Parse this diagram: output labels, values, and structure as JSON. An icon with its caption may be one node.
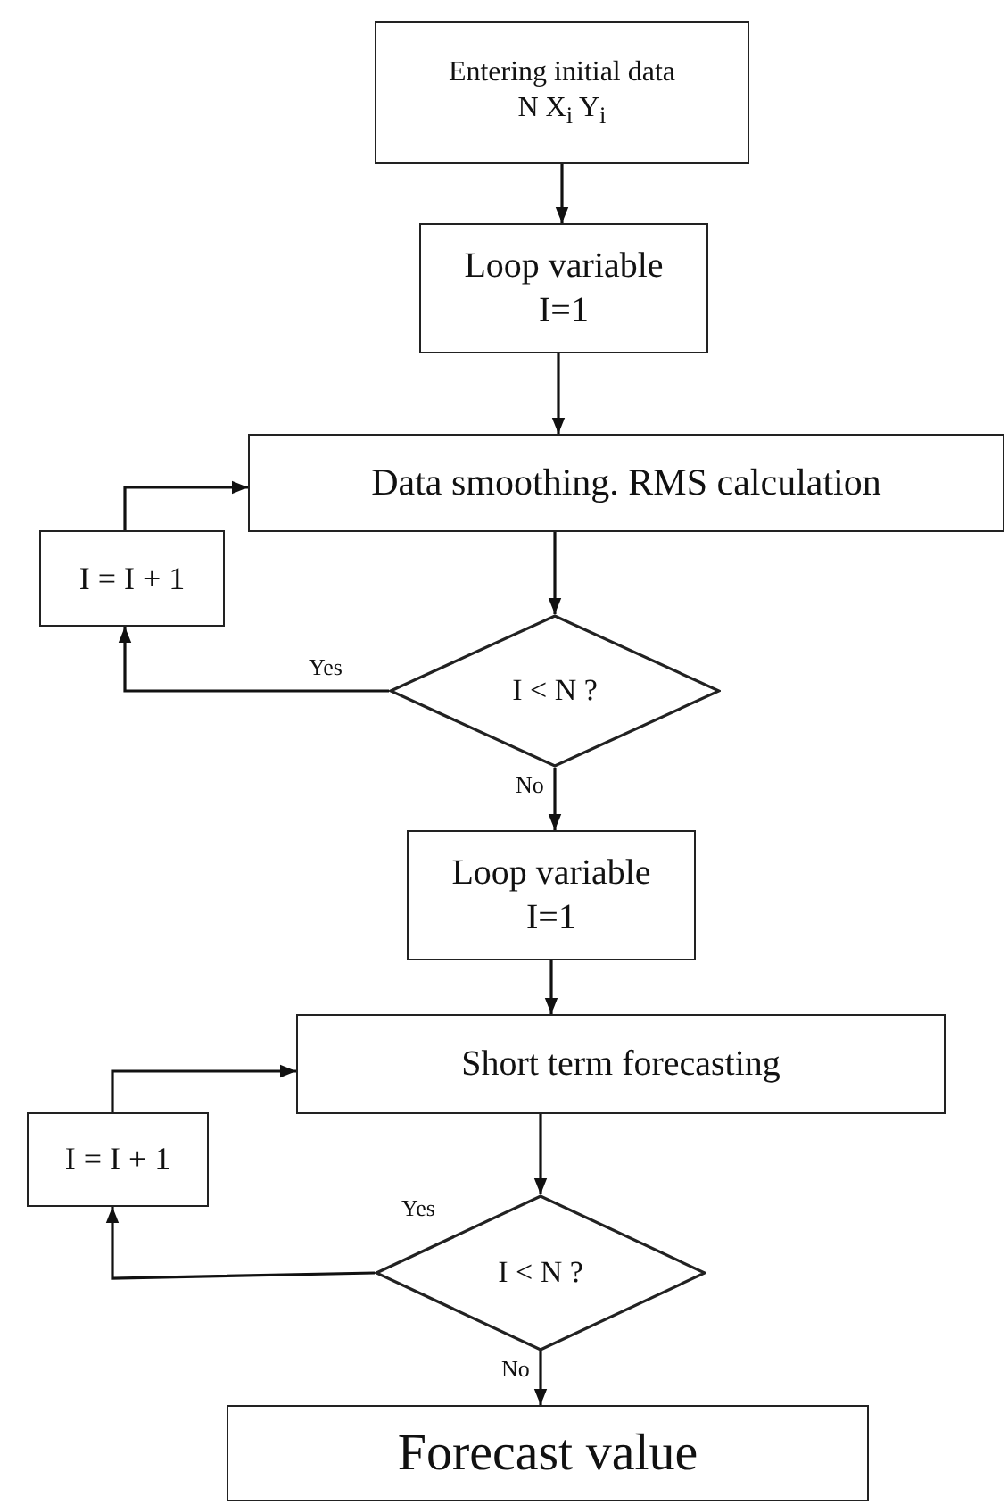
{
  "diagram": {
    "nodes": [
      {
        "text": [
          "Entering initial data N X$_{i}$ Y$_{i}$"
        ]
      },
      {
        "text": [
          "Loop variable I=1"
        ]
      },
      {
        "text": [
          "Data smoothing. RMS calculation"
        ]
      },
      {
        "text": [
          "I = I + 1"
        ]
      },
      {
        "text": [
          "I < N ?"
        ]
      },
      {
        "text": [
          "Loop variable I=1"
        ]
      },
      {
        "text": [
          "Short term forecasting"
        ]
      },
      {
        "text": [
          "I = I + 1"
        ]
      },
      {
        "text": [
          "I < N ?"
        ]
      },
      {
        "text": [
          "Forecast value"
        ]
      }
    ],
    "edges": [
      {
        "from": 0,
        "to": 1,
        "arrow": "to"
      },
      {
        "from": 1,
        "to": 2,
        "arrow": "to"
      },
      {
        "from": 2,
        "to": 4,
        "arrow": "to"
      },
      {
        "from": 4,
        "to": 3,
        "arrow": "to",
        "label": "Yes"
      },
      {
        "from": 3,
        "to": 2,
        "arrow": "to"
      },
      {
        "from": 4,
        "to": 5,
        "arrow": "to",
        "label": "No"
      },
      {
        "from": 5,
        "to": 6,
        "arrow": "to"
      },
      {
        "from": 6,
        "to": 8,
        "arrow": "to"
      },
      {
        "from": 8,
        "to": 7,
        "arrow": "to",
        "label": "Yes"
      },
      {
        "from": 7,
        "to": 6,
        "arrow": "to"
      },
      {
        "from": 8,
        "to": 9,
        "arrow": "to",
        "label": "No"
      }
    ]
  }
}
